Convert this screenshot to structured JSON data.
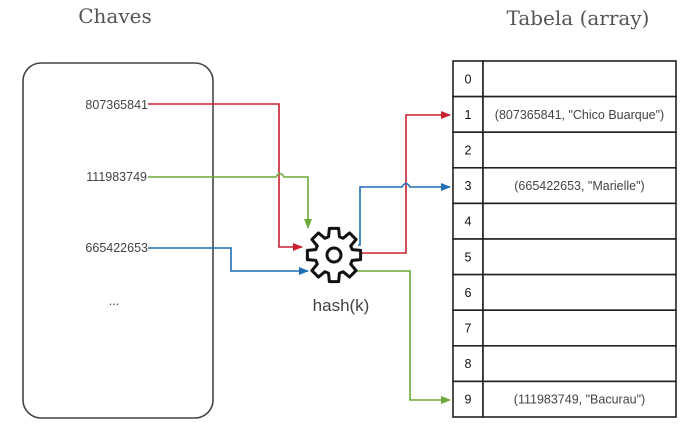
{
  "titles": {
    "keys": "Chaves",
    "table": "Tabela (array)"
  },
  "keys": [
    "807365841",
    "111983749",
    "665422653",
    "..."
  ],
  "hash_label": "hash(k)",
  "table": {
    "indices": [
      "0",
      "1",
      "2",
      "3",
      "4",
      "5",
      "6",
      "7",
      "8",
      "9"
    ],
    "cells": [
      "",
      "(807365841, \"Chico Buarque\")",
      "",
      "(665422653, \"Marielle\")",
      "",
      "",
      "",
      "",
      "",
      "(111983749, \"Bacurau\")"
    ]
  },
  "colors": {
    "red": "#c8202f",
    "green": "#6aaa3a",
    "blue": "#1f6fb5",
    "stroke": "#222222",
    "keybox": "#444444"
  },
  "icons": {
    "hash_function": "gear-icon"
  }
}
